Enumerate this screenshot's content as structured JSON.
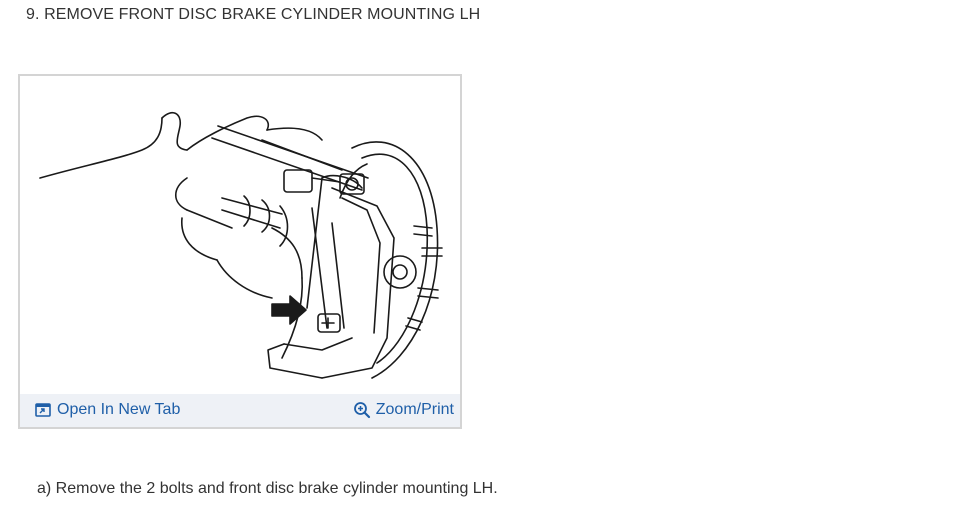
{
  "step": {
    "title": "9. REMOVE FRONT DISC BRAKE CYLINDER MOUNTING LH",
    "instruction": "a) Remove the 2 bolts and front disc brake cylinder mounting LH."
  },
  "figure": {
    "image": "brake-caliper-removal-line-drawing",
    "open_tab_label": "Open In New Tab",
    "open_tab_icon": "open-in-new-tab-icon",
    "zoom_label": "Zoom/Print",
    "zoom_icon": "zoom-icon",
    "link_color": "#1f5fa8"
  }
}
